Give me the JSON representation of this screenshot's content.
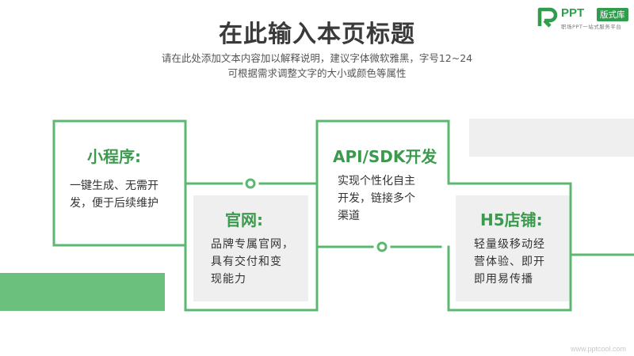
{
  "header": {
    "title": "在此输入本页标题",
    "subtitle_line1": "请在此处添加文本内容加以解释说明，建议字体微软雅黑，字号12~24",
    "subtitle_line2": "可根据需求调整文字的大小或颜色等属性"
  },
  "logo": {
    "brand": "PPT",
    "badge": "版式库",
    "tagline": "职场PPT一站式服务平台",
    "icon": "p-logo-icon"
  },
  "cards": [
    {
      "title": "小程序:",
      "text_line1": "一键生成、无需开",
      "text_line2": "发，便于后续维护"
    },
    {
      "title": "官网:",
      "text_line1": "品牌专属官网，",
      "text_line2": "具有交付和变",
      "text_line3": "现能力"
    },
    {
      "title": "API/SDK开发",
      "text_line1": "实现个性化自主",
      "text_line2": "开发，链接多个",
      "text_line3": "渠道"
    },
    {
      "title": "H5店铺:",
      "text_line1": "轻量级移动经",
      "text_line2": "营体验、即开",
      "text_line3": "即用易传播"
    }
  ],
  "watermark": "www.pptcool.com",
  "colors": {
    "accent": "#3c9a4f",
    "line": "#5cb870",
    "block": "#6cc07d",
    "panel": "#efefef"
  }
}
